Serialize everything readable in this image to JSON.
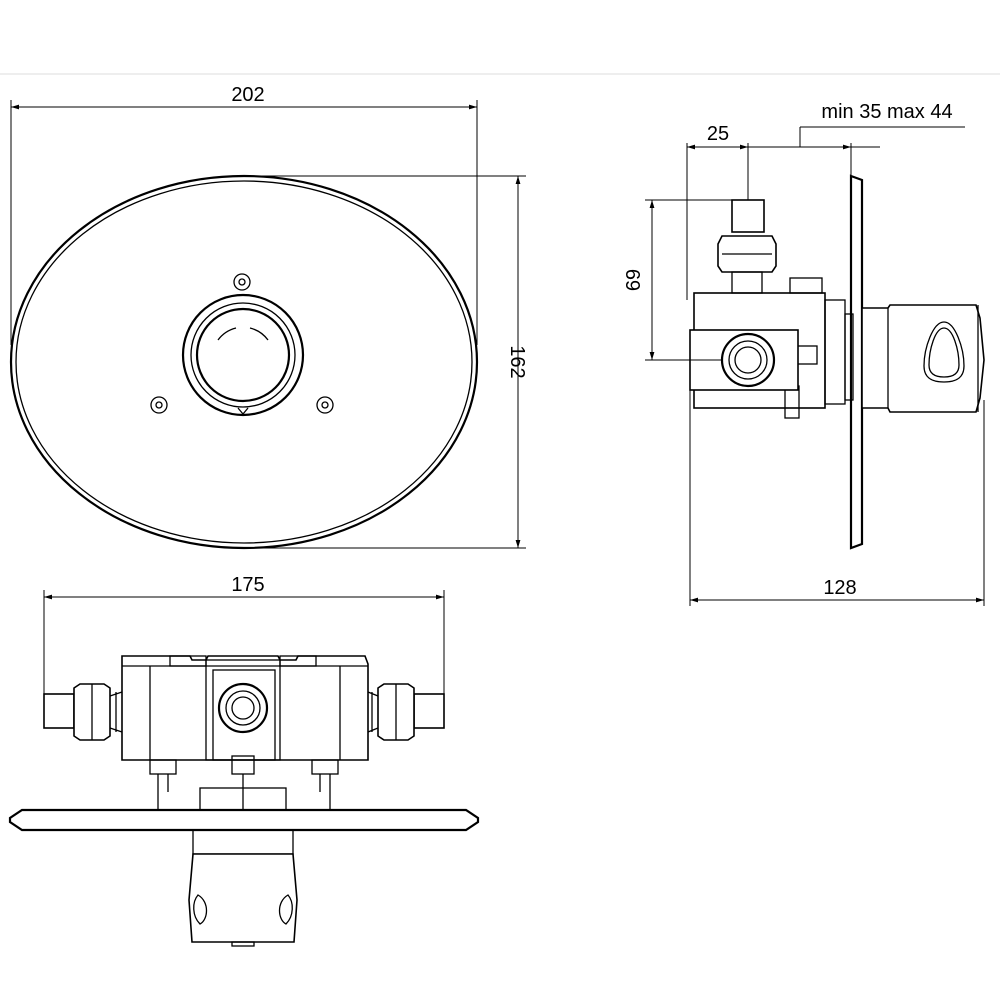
{
  "dimensions": {
    "front_width": "202",
    "front_height": "162",
    "top_width": "175",
    "side_depth": "128",
    "side_height": "69",
    "side_stub": "25",
    "side_wall_range": "min 35 max 44"
  },
  "colors": {
    "line": "#000000",
    "background": "#ffffff"
  }
}
